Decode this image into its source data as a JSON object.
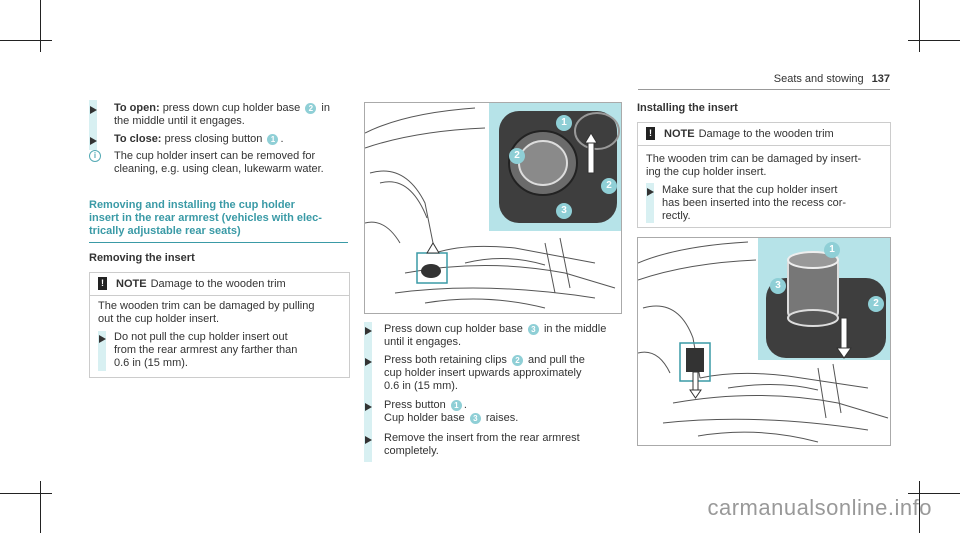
{
  "header": {
    "section": "Seats and stowing",
    "page_number": "137"
  },
  "col1": {
    "open_label": "To open:",
    "open_text": "press down cup holder base",
    "open_badge": "2",
    "open_text2": "in",
    "open_text3": "the middle until it engages.",
    "close_label": "To close:",
    "close_text": "press closing button",
    "close_badge": "1",
    "close_text2": ".",
    "info_line1": "The cup holder insert can be removed for",
    "info_line2": "cleaning, e.g. using clean, lukewarm water.",
    "section_line1": "Removing and installing the cup holder",
    "section_line2": "insert in the rear armrest (vehicles with elec-",
    "section_line3": "trically adjustable rear seats)",
    "sub_title": "Removing the insert",
    "note_label": "NOTE",
    "note_title": "Damage to the wooden trim",
    "note_body1": "The wooden trim can be damaged by pulling",
    "note_body2": "out the cup holder insert.",
    "note_step1": "Do not pull the cup holder insert out",
    "note_step2": "from the rear armrest any farther than",
    "note_step3": "0.6 in (15 mm)."
  },
  "col2": {
    "figure_badges": [
      "1",
      "2",
      "2",
      "3"
    ],
    "s1a": "Press down cup holder base",
    "s1b": "3",
    "s1c": "in the middle",
    "s1d": "until it engages.",
    "s2a": "Press both retaining clips",
    "s2b": "2",
    "s2c": "and pull the",
    "s2d": "cup holder insert upwards approximately",
    "s2e": "0.6 in (15 mm).",
    "s3a": "Press button",
    "s3b": "1",
    "s3c": ".",
    "s3d": "Cup holder base",
    "s3e": "3",
    "s3f": "raises.",
    "s4a": "Remove the insert from the rear armrest",
    "s4b": "completely."
  },
  "col3": {
    "sub_title": "Installing the insert",
    "note_label": "NOTE",
    "note_title": "Damage to the wooden trim",
    "note_body1": "The wooden trim can be damaged by insert-",
    "note_body2": "ing the cup holder insert.",
    "note_step1": "Make sure that the cup holder insert",
    "note_step2": "has been inserted into the recess cor-",
    "note_step3": "rectly.",
    "figure_badges": [
      "1",
      "3",
      "2"
    ]
  },
  "watermark": "carmanualsonline.info",
  "colors": {
    "accent": "#3a9aa6",
    "inset": "#b6e3e8",
    "bar": "#d8f0f2"
  }
}
